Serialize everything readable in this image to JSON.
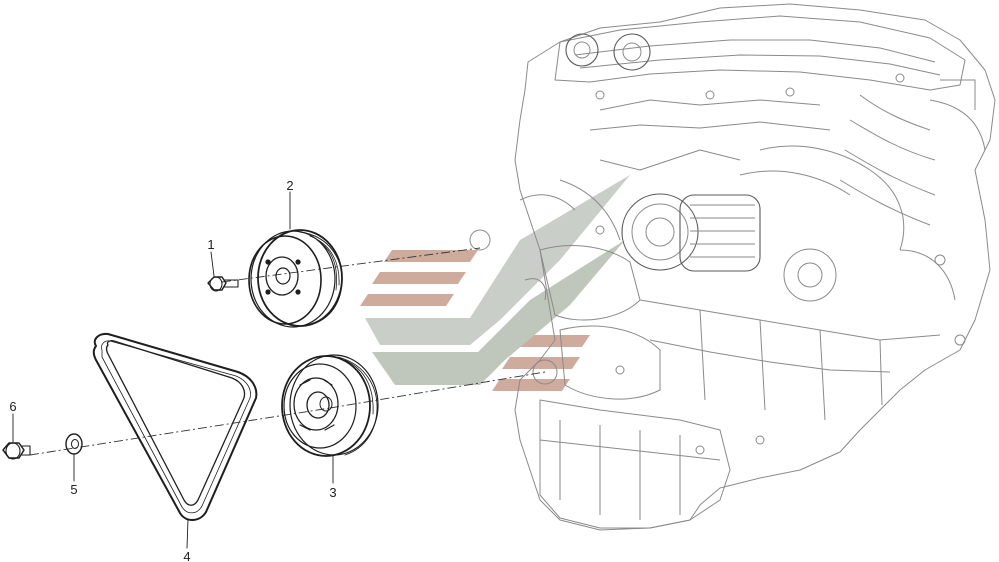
{
  "callouts": [
    {
      "id": "1",
      "label": "1"
    },
    {
      "id": "2",
      "label": "2"
    },
    {
      "id": "3",
      "label": "3"
    },
    {
      "id": "4",
      "label": "4"
    },
    {
      "id": "5",
      "label": "5"
    },
    {
      "id": "6",
      "label": "6"
    }
  ],
  "watermark": {
    "colors": {
      "brown": "#c9a393",
      "gray": "#c5c9c3",
      "green_gray": "#a9b5a5"
    }
  }
}
